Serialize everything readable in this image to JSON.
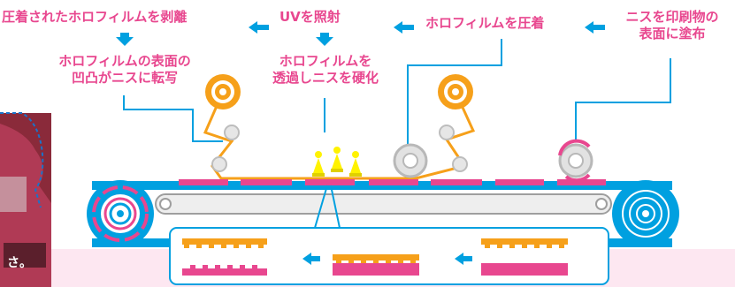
{
  "labels": {
    "step_peel": "圧着されたホロフィルムを剥離",
    "step_uv": "UVを照射",
    "step_press": "ホロフィルムを圧着",
    "step_coat_line1": "ニスを印刷物の",
    "step_coat_line2": "表面に塗布",
    "note_transfer_line1": "ホロフィルムの表面の",
    "note_transfer_line2": "凹凸がニスに転写",
    "note_cure_line1": "ホロフィルムを",
    "note_cure_line2": "透過しニスを硬化"
  },
  "photo_caption_fragment": "さ。",
  "colors": {
    "pink": "#e8478f",
    "cyan": "#00a0e0",
    "orange": "#f6a01a",
    "yellow": "#fff200",
    "gray": "#c8c8c8",
    "pink_light": "#fde7f1"
  }
}
